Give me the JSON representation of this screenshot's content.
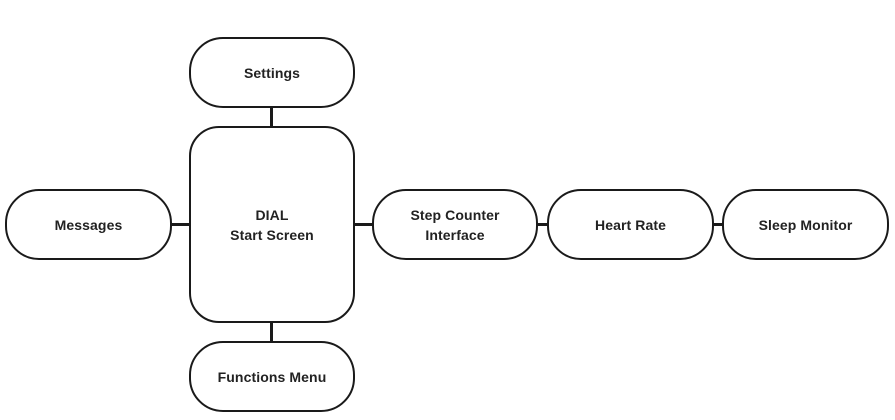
{
  "diagram": {
    "nodes": {
      "settings": "Settings",
      "dial": "DIAL\nStart Screen",
      "functions_menu": "Functions Menu",
      "messages": "Messages",
      "step_counter": "Step Counter\nInterface",
      "heart_rate": "Heart Rate",
      "sleep_monitor": "Sleep Monitor"
    },
    "edges": [
      [
        "settings",
        "dial"
      ],
      [
        "dial",
        "functions_menu"
      ],
      [
        "messages",
        "dial"
      ],
      [
        "dial",
        "step_counter"
      ],
      [
        "step_counter",
        "heart_rate"
      ],
      [
        "heart_rate",
        "sleep_monitor"
      ]
    ]
  }
}
